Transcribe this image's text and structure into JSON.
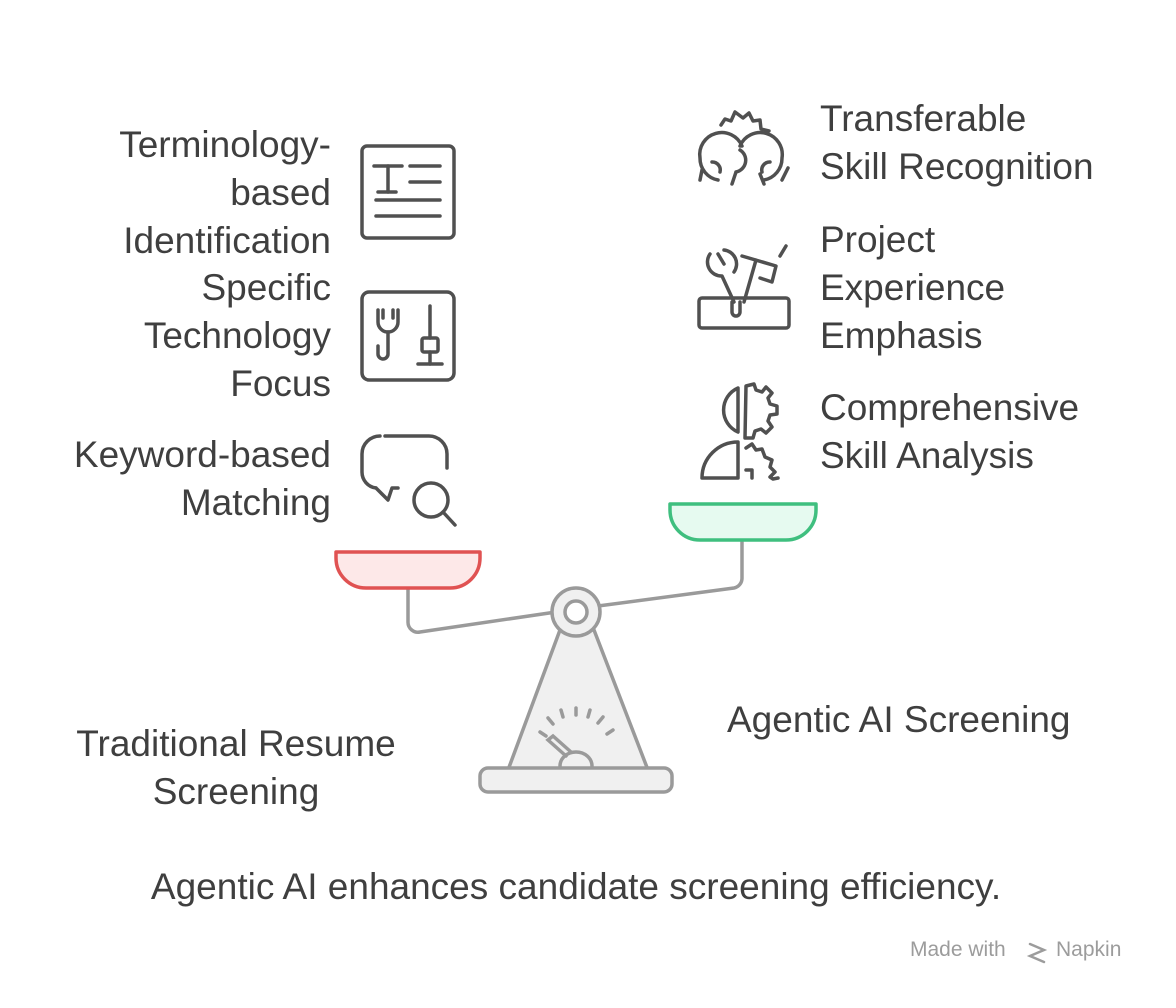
{
  "left_side": {
    "title": "Traditional Resume\nScreening",
    "items": [
      {
        "label": "Terminology-\nbased\nIdentification",
        "icon": "text-document-icon"
      },
      {
        "label": "Specific\nTechnology\nFocus",
        "icon": "tools-icon"
      },
      {
        "label": "Keyword-based\nMatching",
        "icon": "chat-search-icon"
      }
    ],
    "pan_color": "#e05252",
    "pan_fill": "#fde8e8"
  },
  "right_side": {
    "title": "Agentic AI Screening",
    "items": [
      {
        "label": "Transferable\nSkill Recognition",
        "icon": "people-gear-icon"
      },
      {
        "label": "Project\nExperience\nEmphasis",
        "icon": "toolbox-icon"
      },
      {
        "label": "Comprehensive\nSkill Analysis",
        "icon": "head-gears-icon"
      }
    ],
    "pan_color": "#3fbf7f",
    "pan_fill": "#e6faf0"
  },
  "caption": "Agentic AI enhances candidate screening efficiency.",
  "watermark": {
    "prefix": "Made with",
    "brand": "Napkin"
  }
}
